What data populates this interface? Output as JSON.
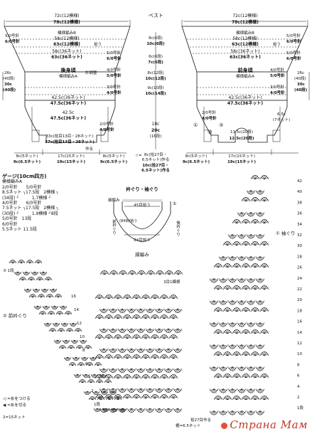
{
  "title": "ベスト",
  "back": {
    "name": "後身頃",
    "pattern": "模様編みA",
    "top_width": "72c(12模様)",
    "top_width2": "78c(12模様)",
    "needle_top": "5/0号針",
    "needle_top2": "6/0号針",
    "patternB": "模様編みB",
    "w58": "58c(12模様)",
    "w63": "63c(12模様)",
    "pick": "拾う",
    "w58b": "58c(36ネット)",
    "w63b": "63c(36ネット)",
    "needle_mid": "5/0号針",
    "needle_mid2": "6/0号針",
    "row_label": "計調整",
    "needle_l1": "4/0号針",
    "needle_l2": "5/0号針",
    "needle_l3": "3/0号針",
    "needle_l4": "4/0号針",
    "w42": "42.5c(36ネット)",
    "w47": "47.5c(36ネット)",
    "w42b": "42.5c",
    "w47b": "47.5c(36ネット)",
    "side_26": "26c",
    "side_40": "(40段)",
    "side_30": "30c",
    "side_40b": "(40段)",
    "hem_needle1": "2/0号針",
    "hem_needle2": "4/0号針",
    "w33": "33c(拾目13目・28ネット)",
    "w37": "37c(拾目13目・28ネット)",
    "hem_start": "作る",
    "b8": "8c(5ネット)",
    "b9": "9c(6.5ネット)",
    "b17": "17c(15ネット)",
    "b19": "19c(15ネット)",
    "b8b": "8c(5ネット)",
    "b9b": "9c(6.5ネット)"
  },
  "front": {
    "name": "前身頃",
    "pattern": "模様編みA",
    "top_width": "72c(12模様)",
    "top_width2": "78c(12模様)",
    "needle_top": "5/0号針",
    "needle_top2": "6/0号針",
    "patternB": "模様編みB",
    "w58": "58c(12模様)",
    "w63": "63c(12模様)",
    "pick": "拾う",
    "w58b": "58c(36ネット)",
    "w63b": "63c(36ネット)",
    "needle_mid": "5/0号針",
    "needle_mid2": "6/0号針",
    "needle_l1": "4/0号針",
    "needle_l2": "5/0号針",
    "needle_l3": "3/0号針",
    "needle_l4": "4/0号針",
    "w42": "42.5c(36ネット)",
    "w47": "47.5c(36ネット)",
    "side_26": "26c",
    "side_40": "(40段)",
    "side_30": "30c",
    "side_40b": "(40段)",
    "hem1": "2/0号針",
    "hem2": "4/0号針",
    "fig1": "①",
    "fig2": "②",
    "fig3": "③",
    "b11": "11.5c(20段)",
    "b12": "12.5c(20段)",
    "w6": "6.5c",
    "w7": "(7ネット)",
    "b8": "8c(5ネット)",
    "b9": "9c(6.5ネット)",
    "b17": "17c(15ネット)",
    "b19": "19c(15ネット)"
  },
  "center": {
    "c8a": "8c(6段)",
    "c10a": "10c(8段)",
    "c6": "6c(6段)",
    "c7": "7c(6段)",
    "c8b": "8c(12段)",
    "c10b": "10c(12段)",
    "c9": "9c(10段)",
    "c10c": "10c(14段)",
    "c18": "18c",
    "c20": "20c",
    "c16": "(16段)",
    "c8c": "8c(拾27目・",
    "c65": "6.5ネット)作る",
    "c10d": "10c(拾27目・",
    "c65b": "6.5ネット)作る",
    "star": "☆="
  },
  "gauge": {
    "title": "ゲージ(10cm四方)",
    "rows": [
      "模様編みA",
      "2/0号針　　5/0号針",
      "8.5ネット ┐17.5段　2模様 ┐",
      "(34段)  ┘　　　1.7模様 ┘",
      "4/0号針　　6/0号針",
      "7.5ネット ┐17.5段　2模様 ┐",
      "(30段)  ┘　　　1.9模様 ┘8段",
      "5/0号針　13段",
      "6/0号針",
      "5.5ネット 11.5段"
    ]
  },
  "neck": {
    "title": "衿ぐり・袖ぐり",
    "label1": "細編み",
    "label2": "45目拾う",
    "label3": "①",
    "label4": "前衿ぐり",
    "label5": "(84目)拾う",
    "label6": "84目拾う",
    "label7": "後衿ぐり"
  },
  "chart": {
    "edge_title": "縁編み",
    "edge_note": "3目1模様",
    "fig1_title": "① 袖ぐり",
    "fig2_title": "② 前衿ぐり",
    "fig3_label": "③ 1段",
    "rows_right": [
      "42",
      "40",
      "38",
      "36",
      "34",
      "32",
      "30",
      "28",
      "26",
      "24",
      "22",
      "20",
      "18",
      "16",
      "14",
      "12",
      "10",
      "8",
      "6",
      "4",
      "2",
      "1段"
    ],
    "rows_left": [
      "16",
      "14",
      "12",
      "10",
      "8",
      "6",
      "4",
      "2",
      "1段"
    ],
    "row_markers": [
      "32",
      "30",
      "28",
      "26",
      "24",
      "22",
      "20",
      "18",
      "16",
      "14",
      "12",
      "10",
      "8",
      "6",
      "4",
      "2"
    ],
    "hem_label": "裾=6.5ネット",
    "bottom_label": "拾27目作る",
    "side_label": "2=15ネット",
    "legend1": "◁ =糸をつける",
    "legend2": "◀ =糸を切る"
  },
  "watermark": {
    "text": "Страна Мам"
  }
}
